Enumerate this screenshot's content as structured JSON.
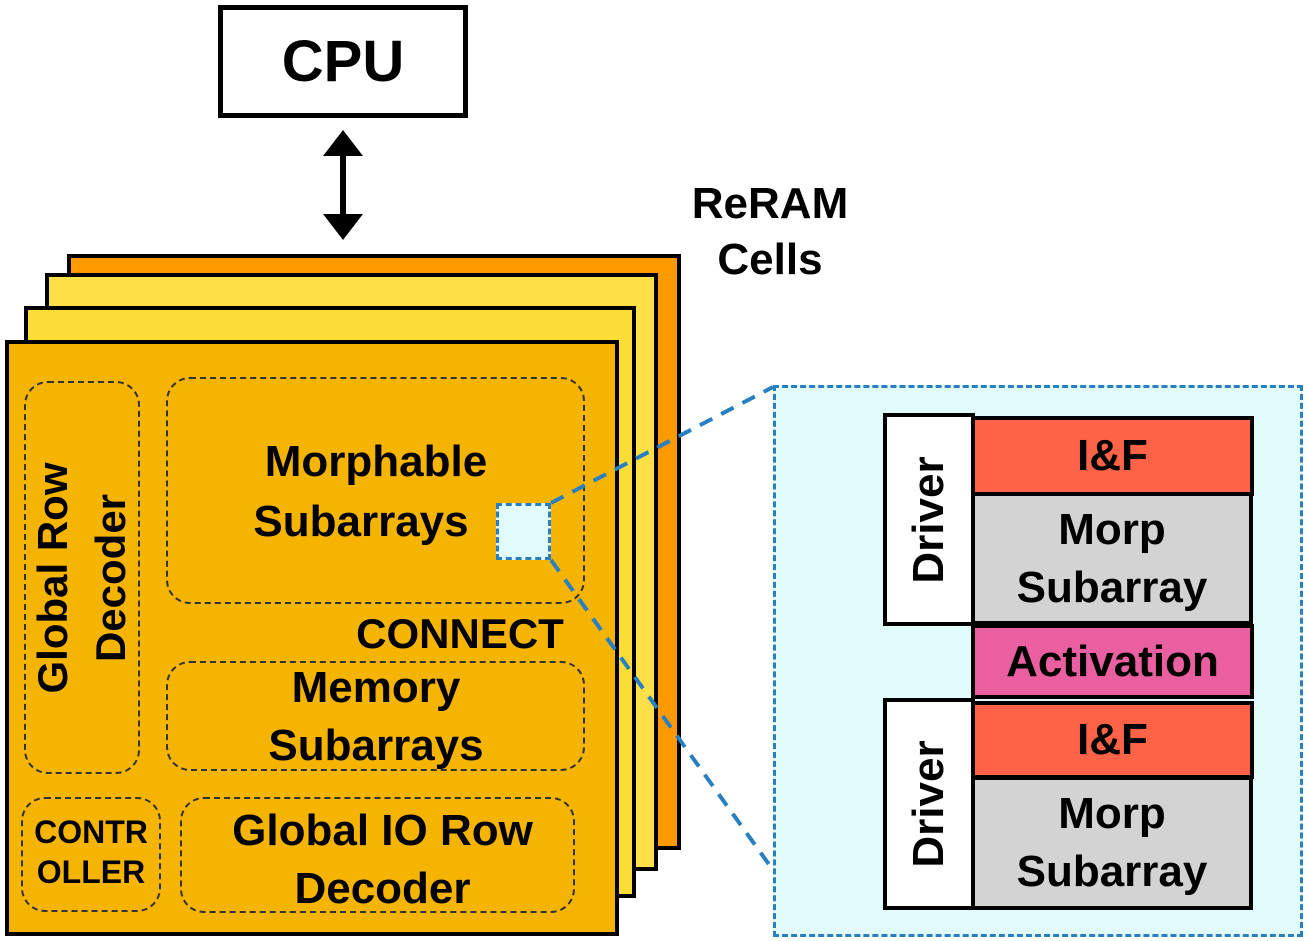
{
  "cpu": {
    "label": "CPU"
  },
  "reram": {
    "label_line1": "ReRAM",
    "label_line2": "Cells"
  },
  "chip": {
    "global_row_decoder": {
      "line1": "Global Row",
      "line2": "Decoder"
    },
    "morphable": {
      "line1": "Morphable",
      "line2": "Subarrays"
    },
    "connect": "CONNECT",
    "memory": {
      "line1": "Memory",
      "line2": "Subarrays"
    },
    "controller": {
      "line1": "CONTR",
      "line2": "OLLER"
    },
    "global_io": {
      "line1": "Global IO Row",
      "line2": "Decoder"
    }
  },
  "detail": {
    "top": {
      "driver": "Driver",
      "if": "I&F",
      "morp_line1": "Morp",
      "morp_line2": "Subarray"
    },
    "activation": "Activation",
    "bottom": {
      "driver": "Driver",
      "if": "I&F",
      "morp_line1": "Morp",
      "morp_line2": "Subarray"
    }
  },
  "colors": {
    "front_layer": "#f5b400",
    "back_layer": "#ff9900",
    "mid_layer": "#fde047",
    "if_block": "#ff6347",
    "morp_block": "#d3d3d3",
    "activation_block": "#ea5fa0",
    "detail_background": "#e0fbfa",
    "zoom_line": "#2a7fc0"
  }
}
